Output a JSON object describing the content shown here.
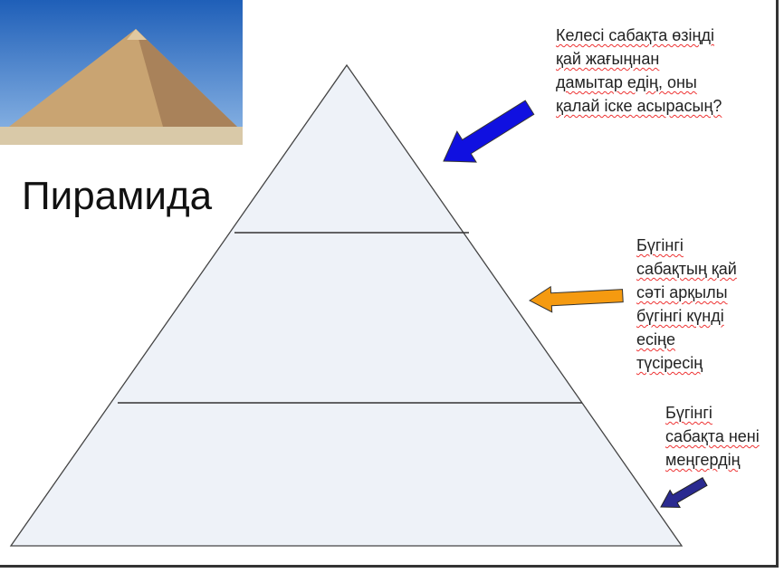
{
  "slide": {
    "title": "Пирамида",
    "notes": {
      "top": [
        "Келесі сабақта өзіңді",
        "қай жағыңнан",
        "дамытар едің, оны",
        "қалай іске асырасың?"
      ],
      "middle": [
        "Бүгінгі",
        "сабақтың қай",
        "сәті арқылы",
        "бүгінгі күнді",
        "есіңе",
        "түсіресің"
      ],
      "bottom": [
        "Бүгінгі",
        "сабақта нені",
        "меңгердің"
      ]
    },
    "colors": {
      "arrow_top": "#1010e0",
      "arrow_middle": "#f59a10",
      "arrow_bottom": "#2a2a90",
      "pyramid_fill": "#eef2f8"
    }
  }
}
